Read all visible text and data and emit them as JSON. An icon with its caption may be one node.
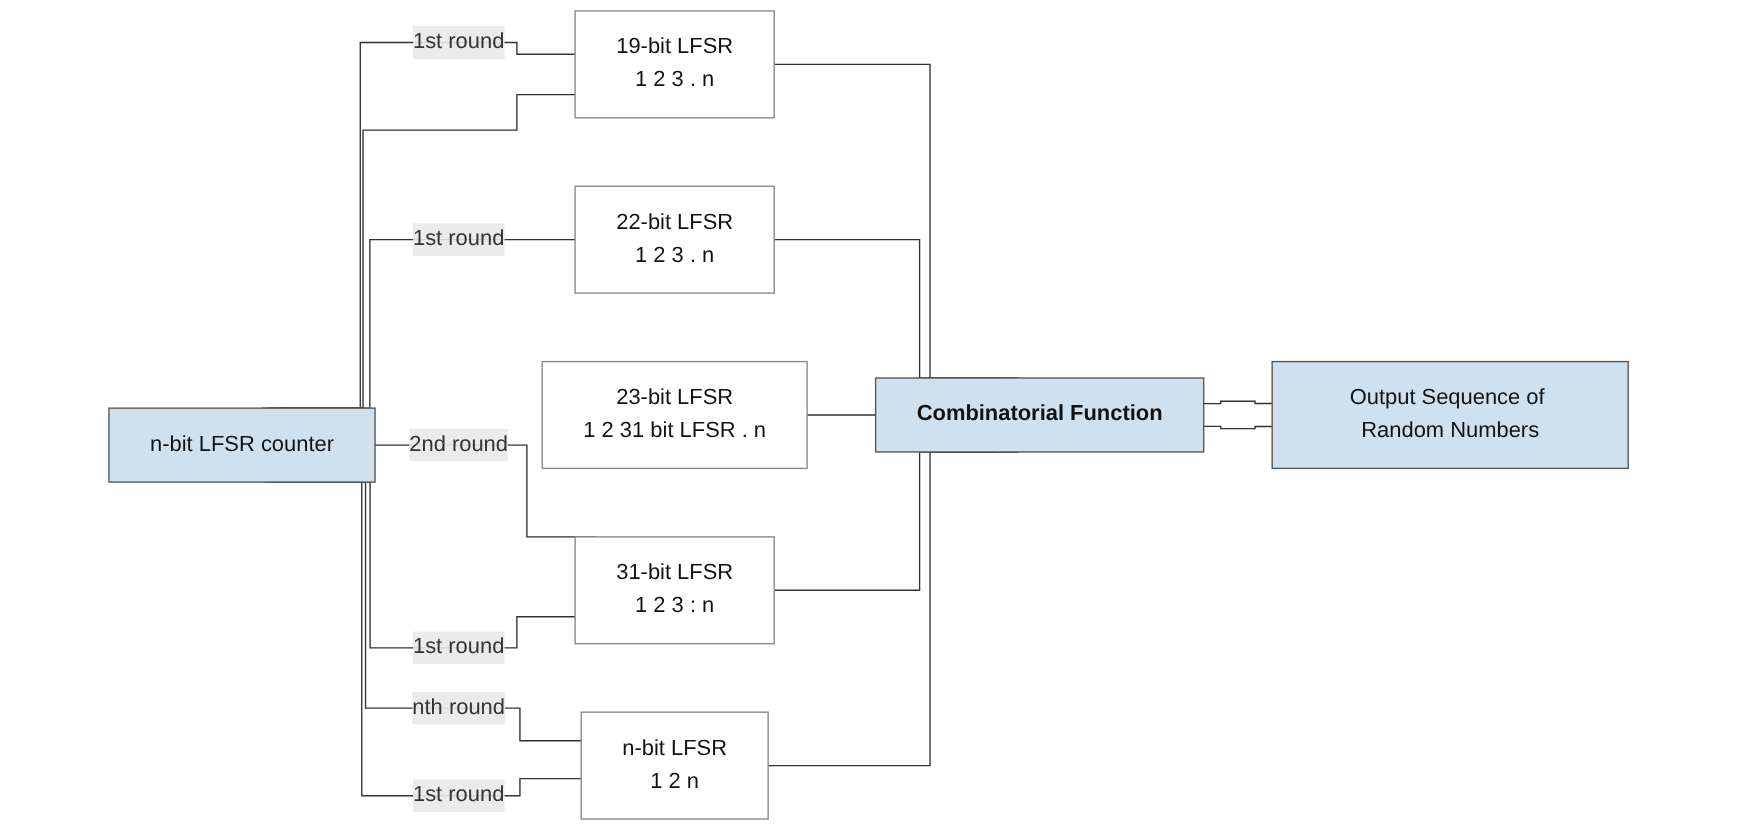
{
  "diagram": {
    "nodes": [
      {
        "text": [
          "n-bit LFSR counter"
        ]
      },
      {
        "text": [
          "19-bit LFSR",
          "1 2 3 . n"
        ]
      },
      {
        "text": [
          "22-bit LFSR",
          "1 2 3 . n"
        ]
      },
      {
        "text": [
          "23-bit LFSR",
          "1 2 31 bit LFSR . n"
        ]
      },
      {
        "text": [
          "31-bit LFSR",
          "1 2 3 : n"
        ]
      },
      {
        "text": [
          "n-bit LFSR",
          "1 2 n"
        ]
      },
      {
        "text": [
          "Combinatorial Function"
        ]
      },
      {
        "text": [
          "Output Sequence of Random Numbers"
        ]
      }
    ],
    "edges": [
      {
        "from": 0,
        "to": 1,
        "arrow": "none",
        "label": "1st round"
      },
      {
        "from": 0,
        "to": 1,
        "arrow": "none"
      },
      {
        "from": 0,
        "to": 2,
        "arrow": "none",
        "label": "1st round"
      },
      {
        "from": 0,
        "to": 4,
        "arrow": "none",
        "label": "2nd round"
      },
      {
        "from": 0,
        "to": 4,
        "arrow": "none",
        "label": "1st round"
      },
      {
        "from": 0,
        "to": 5,
        "arrow": "none",
        "label": "nth round"
      },
      {
        "from": 0,
        "to": 5,
        "arrow": "none",
        "label": "1st round"
      },
      {
        "from": 1,
        "to": 6,
        "arrow": "none"
      },
      {
        "from": 2,
        "to": 6,
        "arrow": "none"
      },
      {
        "from": 3,
        "to": 6,
        "arrow": "none"
      },
      {
        "from": 4,
        "to": 6,
        "arrow": "none"
      },
      {
        "from": 5,
        "to": 6,
        "arrow": "none"
      },
      {
        "from": 6,
        "to": 7,
        "arrow": "none"
      },
      {
        "from": 6,
        "to": 7,
        "arrow": "none"
      }
    ]
  }
}
